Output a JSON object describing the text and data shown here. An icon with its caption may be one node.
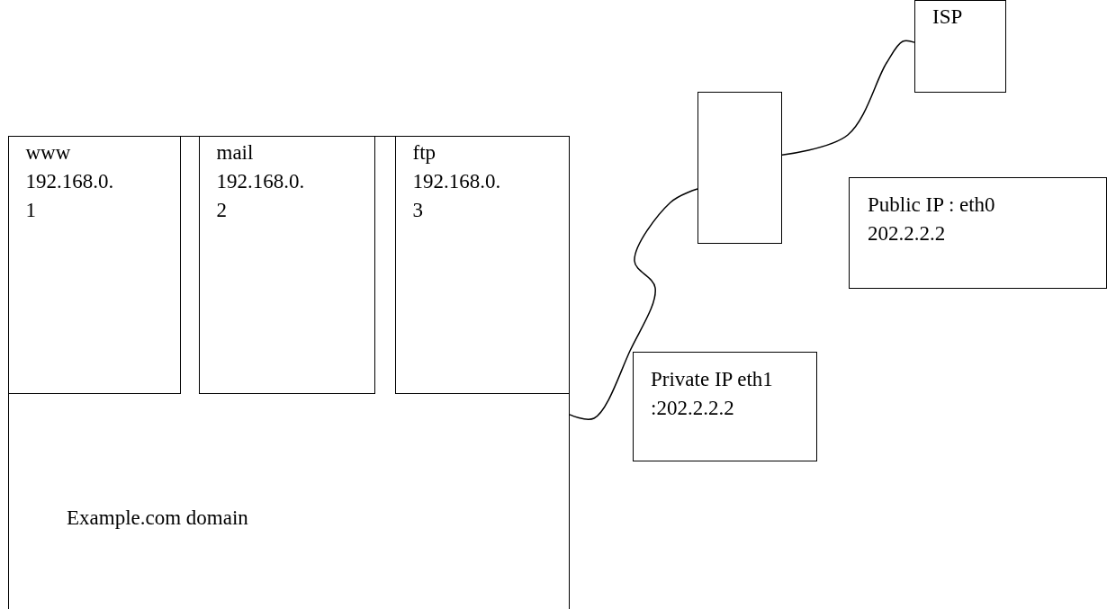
{
  "diagram": {
    "nodes": [
      {
        "text": [
          "Example.com domain"
        ]
      },
      {
        "text": [
          "www 192.168.0.1"
        ],
        "in": 0
      },
      {
        "text": [
          "mail 192.168.0.2"
        ],
        "in": 0
      },
      {
        "text": [
          "ftp 192.168.0.3"
        ],
        "in": 0
      },
      {
        "text": [
          "ISP"
        ]
      },
      {
        "text": [],
        "shape": "box"
      },
      {
        "text": [
          "Public IP : eth0 202.2.2.2"
        ]
      },
      {
        "text": [
          "Private IP eth1 :202.2.2.2"
        ]
      }
    ],
    "edges": [
      {
        "from": 0,
        "to": 5,
        "arrow": "none"
      },
      {
        "from": 5,
        "to": 4,
        "arrow": "none"
      }
    ]
  }
}
